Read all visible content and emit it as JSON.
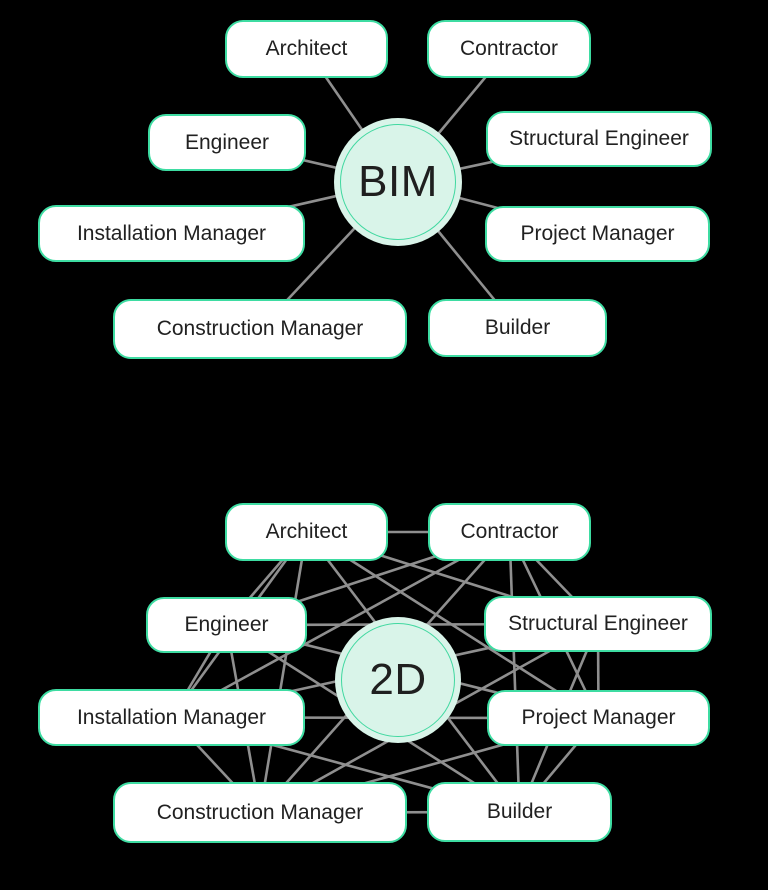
{
  "page": {
    "background_color": "#000000"
  },
  "styles": {
    "accent_green": "#3edca2",
    "circle_fill": "#d9f4e9",
    "circle_ring_green": "#41d8a0",
    "connector_gray": "#8f8f8f",
    "text_color": "#212121",
    "box_background": "#ffffff"
  },
  "diagrams": [
    {
      "id": "bim",
      "center_label": "BIM",
      "connection_style": "hub",
      "nodes": [
        {
          "id": "architect",
          "label": "Architect"
        },
        {
          "id": "contractor",
          "label": "Contractor"
        },
        {
          "id": "engineer",
          "label": "Engineer"
        },
        {
          "id": "structural-engineer",
          "label": "Structural Engineer"
        },
        {
          "id": "installation-manager",
          "label": "Installation Manager"
        },
        {
          "id": "project-manager",
          "label": "Project Manager"
        },
        {
          "id": "construction-manager",
          "label": "Construction Manager"
        },
        {
          "id": "builder",
          "label": "Builder"
        }
      ]
    },
    {
      "id": "2d",
      "center_label": "2D",
      "connection_style": "mesh",
      "nodes": [
        {
          "id": "architect",
          "label": "Architect"
        },
        {
          "id": "contractor",
          "label": "Contractor"
        },
        {
          "id": "engineer",
          "label": "Engineer"
        },
        {
          "id": "structural-engineer",
          "label": "Structural Engineer"
        },
        {
          "id": "installation-manager",
          "label": "Installation Manager"
        },
        {
          "id": "project-manager",
          "label": "Project Manager"
        },
        {
          "id": "construction-manager",
          "label": "Construction Manager"
        },
        {
          "id": "builder",
          "label": "Builder"
        }
      ]
    }
  ]
}
